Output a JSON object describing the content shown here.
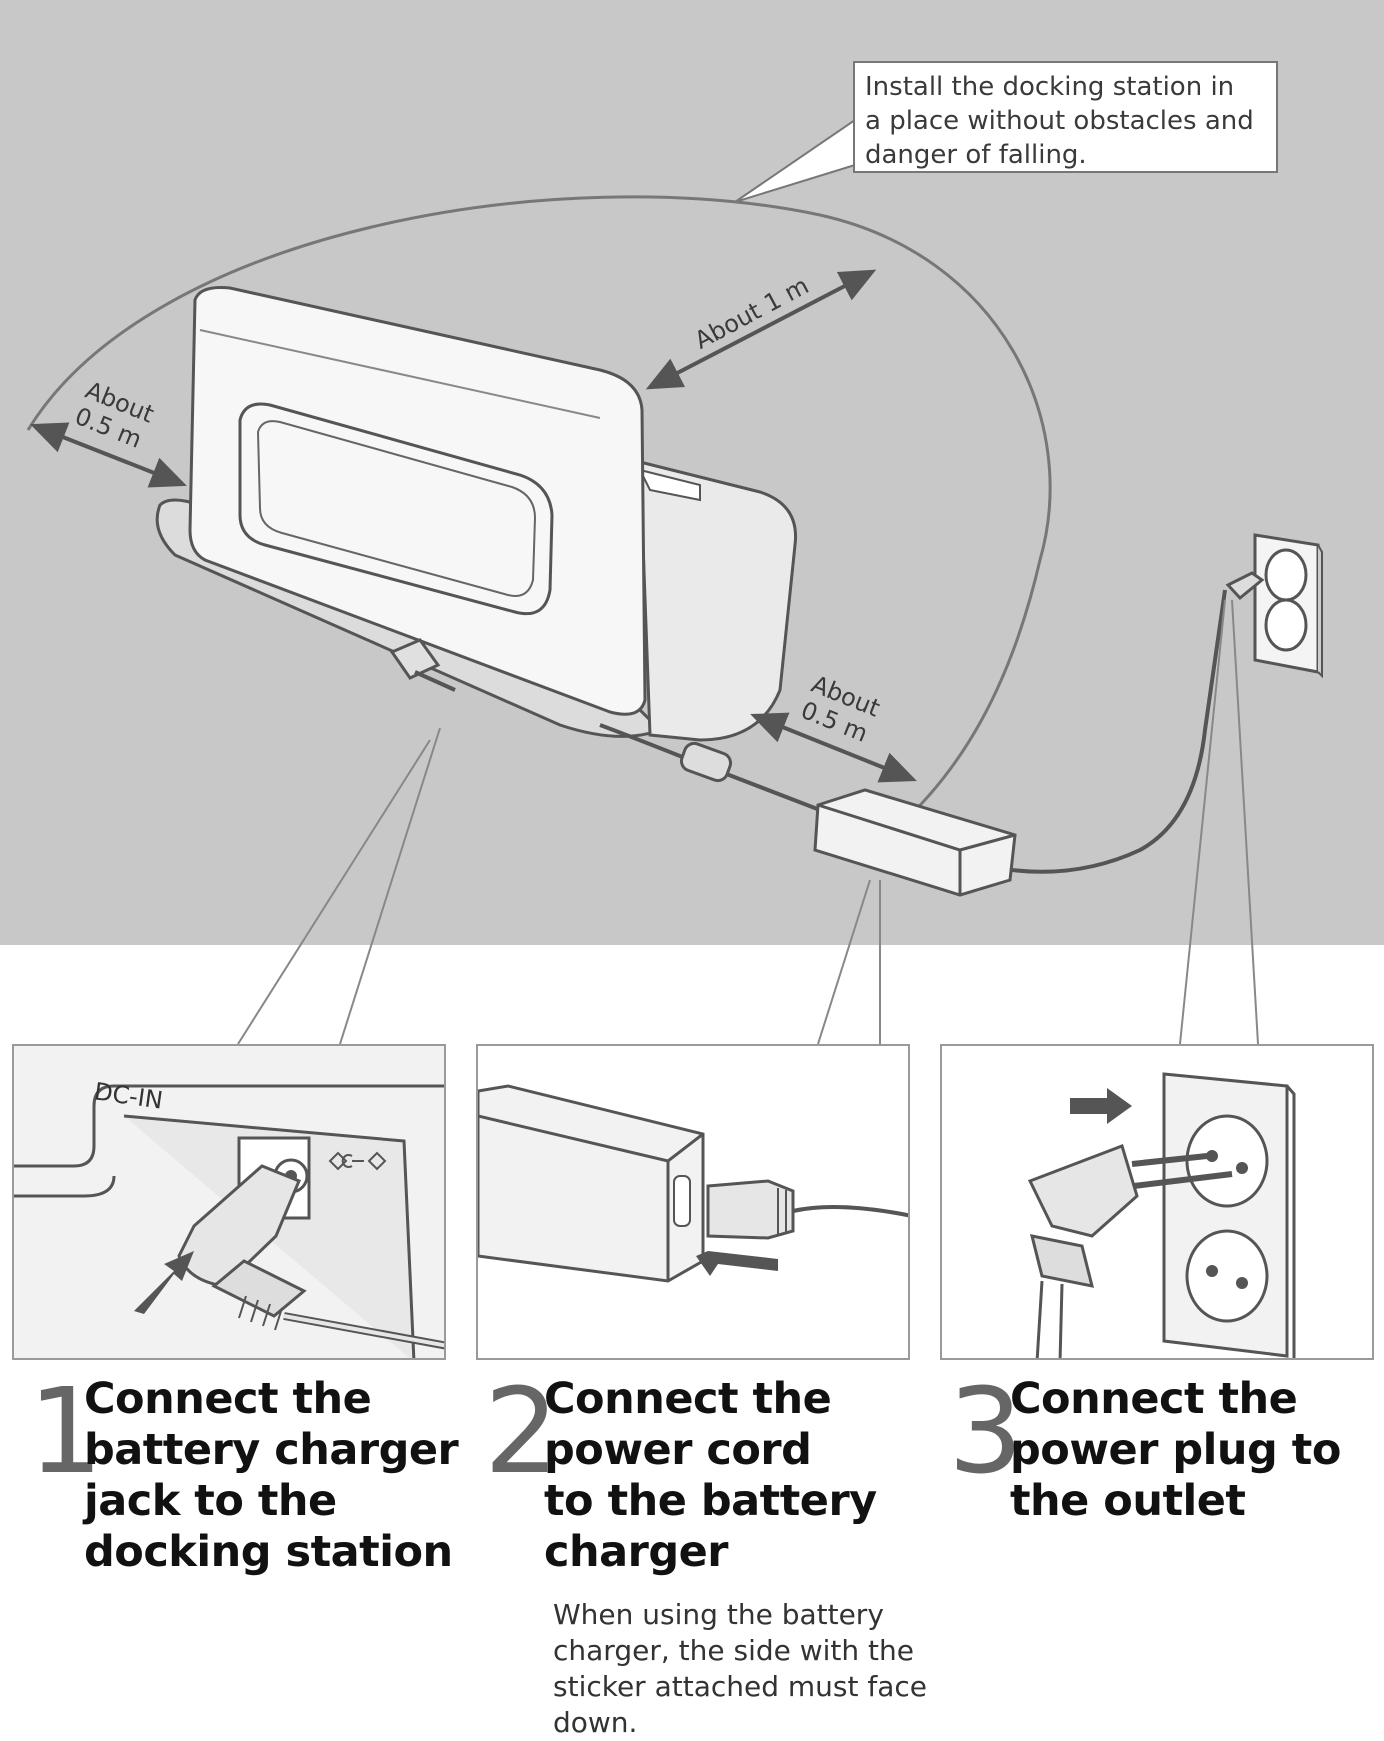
{
  "callout": {
    "lines": [
      "Install the docking station in",
      "a place without obstacles and",
      "danger of falling."
    ]
  },
  "dimensions": {
    "left": [
      "About",
      "0.5 m"
    ],
    "top": "About 1 m",
    "right": [
      "About",
      "0.5 m"
    ]
  },
  "panels": {
    "dc_in_label": "DC-IN"
  },
  "steps": [
    {
      "number": "1",
      "title_lines": [
        "Connect the",
        "battery charger",
        "jack to the",
        "docking station"
      ]
    },
    {
      "number": "2",
      "title_lines": [
        "Connect the",
        "power cord",
        "to the battery",
        "charger"
      ],
      "note_lines": [
        "When using the battery",
        "charger, the side with the",
        "sticker attached must face",
        "down."
      ]
    },
    {
      "number": "3",
      "title_lines": [
        "Connect the",
        "power plug to",
        "the outlet"
      ]
    }
  ],
  "colors": {
    "floor": "#c8c8c8",
    "line": "#555555",
    "arrow": "#555555",
    "step_number": "#666666"
  }
}
